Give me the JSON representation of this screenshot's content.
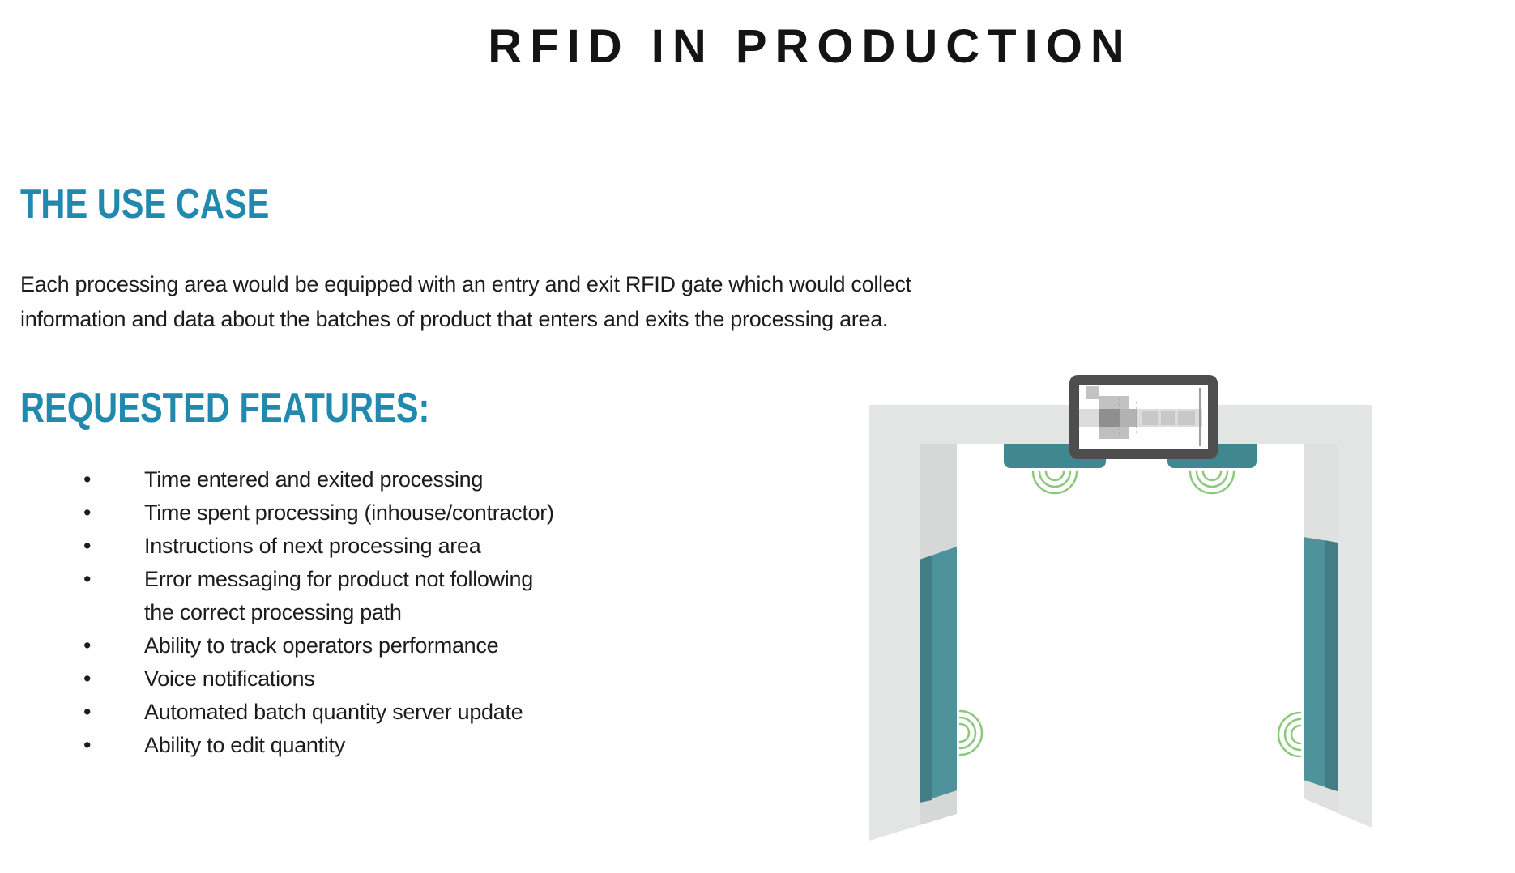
{
  "title": "RFID IN PRODUCTION",
  "use_case": {
    "heading": "THE USE CASE",
    "body": "Each processing area would be equipped with an entry and exit RFID gate which would collect\ninformation and data about the batches of product that enters and exits the processing area."
  },
  "features": {
    "heading": "REQUESTED FEATURES:",
    "items": [
      "Time entered and exited processing",
      "Time spent processing (inhouse/contractor)",
      "Instructions of next processing area",
      "Error messaging for product not following\nthe correct processing path",
      "Ability to track operators performance",
      "Voice notifications",
      "Automated batch quantity server update",
      "Ability to edit quantity"
    ]
  },
  "illustration": {
    "label": "RFID gate with reader antennas, side panels and monitor",
    "colors": {
      "structure_gray": "#e3e4e4",
      "structure_gray_shadow": "#d6d8d7",
      "structure_gray_light": "#dfe1e0",
      "panel_teal": "#4e929b",
      "panel_teal_dark": "#427d85",
      "antenna_teal": "#41878f",
      "signal_green": "#8bc87c",
      "monitor_frame": "#4e4e4e",
      "monitor_screen": "#ffffff"
    }
  },
  "theme": {
    "heading_color": "#2289ae",
    "title_color": "#141414",
    "body_color": "#1c1c1c",
    "background": "#ffffff"
  }
}
